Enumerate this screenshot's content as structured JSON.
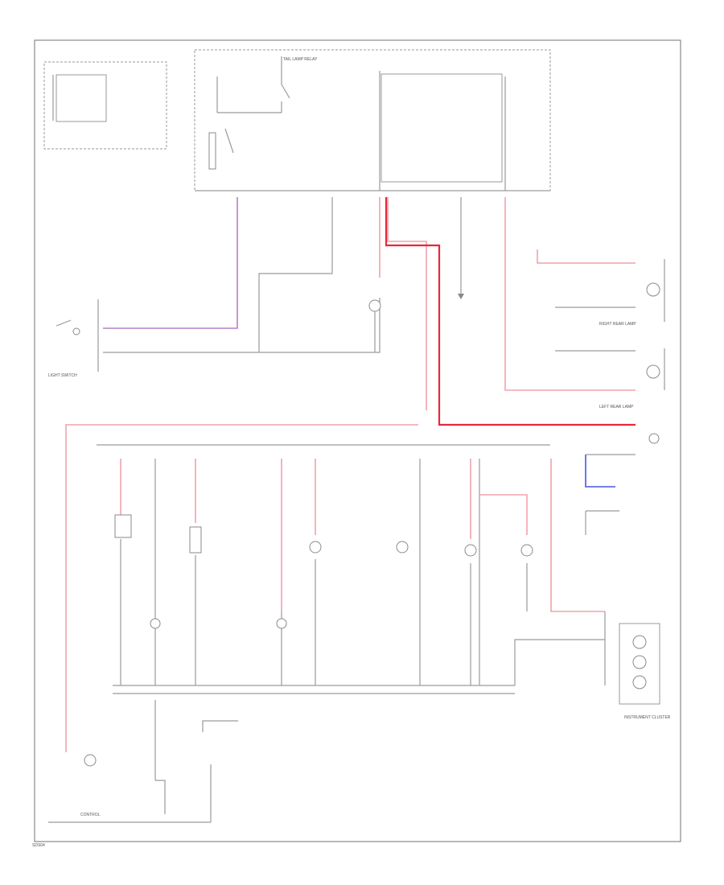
{
  "colors": {
    "pink_wire": "#f2a2ac",
    "red_wire": "#e8283a",
    "violet_wire": "#b480c8",
    "blue_wire": "#4a55e0",
    "gray_wire": "#9a9a9a"
  },
  "labels": {
    "tail_lamp_relay": "TAIL LAMP RELAY",
    "light_switch": "LIGHT SWITCH",
    "left_rear_lamp": "LEFT REAR LAMP",
    "right_rear_lamp": "RIGHT REAR LAMP",
    "instrument_cluster": "INSTRUMENT CLUSTER",
    "control": "CONTROL"
  },
  "footer_code": "SDS04"
}
